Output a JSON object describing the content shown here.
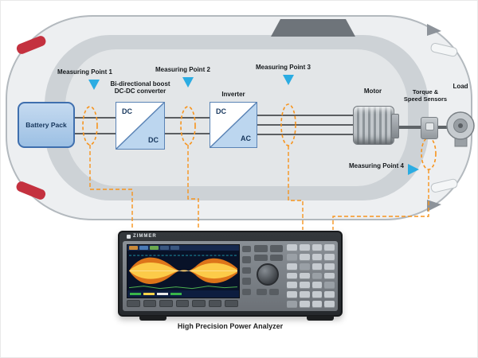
{
  "diagram": {
    "measuring_points": [
      {
        "label": "Measuring Point 1"
      },
      {
        "label": "Measuring Point 2"
      },
      {
        "label": "Measuring Point 3"
      },
      {
        "label": "Measuring Point 4"
      }
    ],
    "blocks": {
      "battery": {
        "label": "Battery Pack"
      },
      "dcdc": {
        "title": "Bi-directional boost\nDC-DC converter",
        "top_label": "DC",
        "bottom_label": "DC"
      },
      "inverter": {
        "title": "Inverter",
        "top_label": "DC",
        "bottom_label": "AC"
      },
      "motor": {
        "label": "Motor"
      },
      "sensors": {
        "label": "Torque &\nSpeed Sensors"
      },
      "load": {
        "label": "Load"
      }
    },
    "analyzer": {
      "brand": "ZIMMER",
      "caption": "High Precision Power Analyzer"
    },
    "colors": {
      "probe_orange": "#f7941d",
      "marker_blue": "#2bace2",
      "block_fill_blue": "#bcd6ef",
      "block_border_blue": "#5a83b5"
    }
  }
}
